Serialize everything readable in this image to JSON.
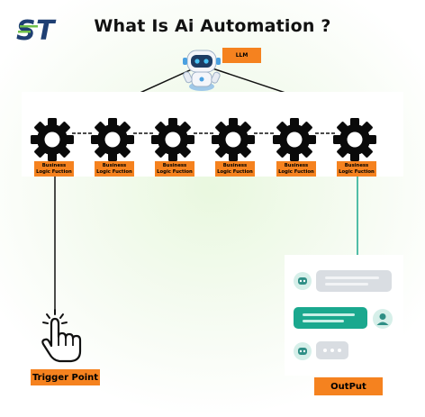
{
  "brand": {
    "logo_text": "ST"
  },
  "title": "What Is Ai Automation ?",
  "llm_label": "LLM",
  "business_blocks": [
    {
      "line1": "Business",
      "line2": "Logic Fuction"
    },
    {
      "line1": "Business",
      "line2": "Logic Fuction"
    },
    {
      "line1": "Business",
      "line2": "Logic Fuction"
    },
    {
      "line1": "Business",
      "line2": "Logic Fuction"
    },
    {
      "line1": "Business",
      "line2": "Logic Fuction"
    },
    {
      "line1": "Business",
      "line2": "Logic Fuction"
    }
  ],
  "trigger_label": "Trigger Point",
  "output_label": "OutPut",
  "colors": {
    "accent_orange": "#f5821f",
    "teal": "#1aa88e",
    "logo_blue": "#1f3f73",
    "logo_green": "#6fc04a"
  },
  "icons": {
    "logo": "st-logo-icon",
    "robot": "robot-icon",
    "gear": "gear-icon",
    "hand": "pointer-hand-icon",
    "chat_bot": "bot-avatar-icon",
    "chat_user": "user-avatar-icon"
  }
}
